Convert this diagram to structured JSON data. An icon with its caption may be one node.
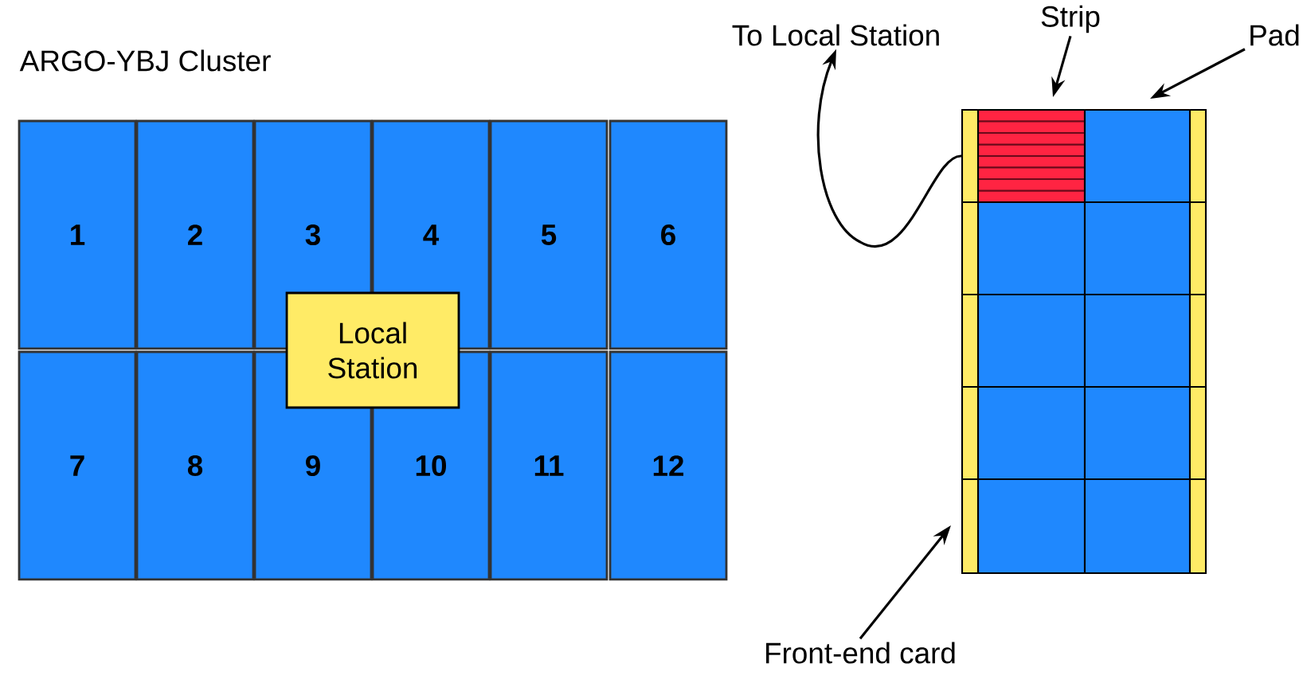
{
  "diagram": {
    "title": "ARGO-YBJ Cluster",
    "nodes": [
      {
        "text": [
          "1"
        ]
      },
      {
        "text": [
          "2"
        ]
      },
      {
        "text": [
          "3"
        ]
      },
      {
        "text": [
          "4"
        ]
      },
      {
        "text": [
          "5"
        ]
      },
      {
        "text": [
          "6"
        ]
      },
      {
        "text": [
          "7"
        ]
      },
      {
        "text": [
          "8"
        ]
      },
      {
        "text": [
          "9"
        ]
      },
      {
        "text": [
          "10"
        ]
      },
      {
        "text": [
          "11"
        ]
      },
      {
        "text": [
          "12"
        ]
      },
      {
        "text": [
          "Local Station"
        ]
      },
      {
        "text": [
          "To Local Station"
        ]
      },
      {
        "text": [
          "Strip"
        ]
      },
      {
        "text": [
          "Pad"
        ]
      },
      {
        "text": [
          "Front-end card"
        ]
      },
      {
        "text": [],
        "shape": "box"
      },
      {
        "text": [],
        "shape": "box"
      },
      {
        "text": [],
        "shape": "box"
      },
      {
        "text": [],
        "shape": "box"
      }
    ],
    "edges": [
      {
        "from": 20,
        "to": 13,
        "arrow": "to"
      },
      {
        "from": 14,
        "to": 17,
        "arrow": "to"
      },
      {
        "from": 15,
        "to": 18,
        "arrow": "to"
      },
      {
        "from": 16,
        "to": 19,
        "arrow": "to"
      }
    ]
  }
}
